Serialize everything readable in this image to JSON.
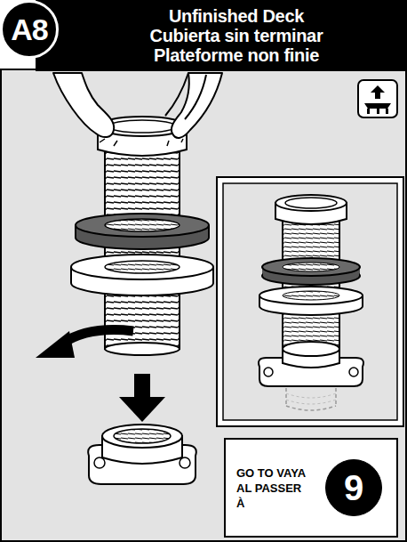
{
  "diagram": {
    "nodes": [
      {
        "text": [
          "A8"
        ]
      },
      {
        "text": [
          "Unfinished Deck",
          "Cubierta sin terminar",
          "Plateforme non finie"
        ]
      },
      {
        "text": [
          "GO TO VAYA AL PASSER À"
        ]
      },
      {
        "text": [
          "9"
        ],
        "in": 2
      }
    ]
  }
}
